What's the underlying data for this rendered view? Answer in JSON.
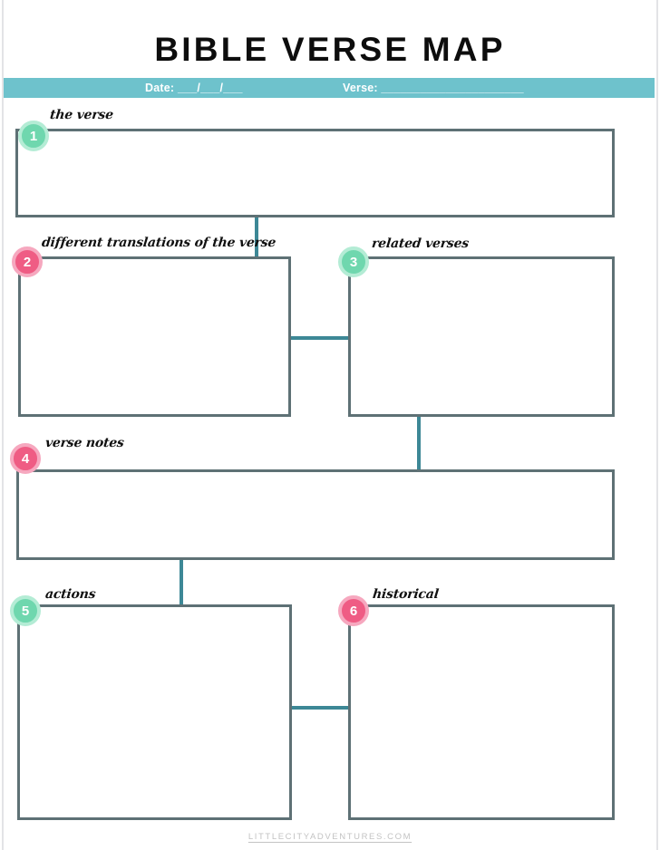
{
  "document": {
    "title": "BIBLE VERSE MAP",
    "type": "worksheet"
  },
  "meta_band": {
    "background_color": "#6ec2cc",
    "text_color": "#ffffff",
    "fields": [
      {
        "id": "date",
        "label": "Date:",
        "blank": "___/___/___"
      },
      {
        "id": "verse",
        "label": "Verse:",
        "blank": "______________________"
      }
    ]
  },
  "colors": {
    "mint": "#6fd7ae",
    "mint_ring": "#b4ecd5",
    "pink": "#ef5c84",
    "pink_ring": "#f6a8bf",
    "teal_band": "#6ec2cc",
    "connector_teal": "#3d8896",
    "box_border": "#5e7175",
    "footer_gray": "#c3c3c3",
    "page_background": "#ffffff"
  },
  "sections": [
    {
      "number": "1",
      "label": "the verse",
      "badge_color": "mint"
    },
    {
      "number": "2",
      "label": "different translations of the verse",
      "badge_color": "pink"
    },
    {
      "number": "3",
      "label": "related verses",
      "badge_color": "mint"
    },
    {
      "number": "4",
      "label": "verse notes",
      "badge_color": "pink"
    },
    {
      "number": "5",
      "label": "actions",
      "badge_color": "mint"
    },
    {
      "number": "6",
      "label": "historical",
      "badge_color": "pink"
    }
  ],
  "footer": {
    "text": "LITTLECITYADVENTURES.COM"
  }
}
